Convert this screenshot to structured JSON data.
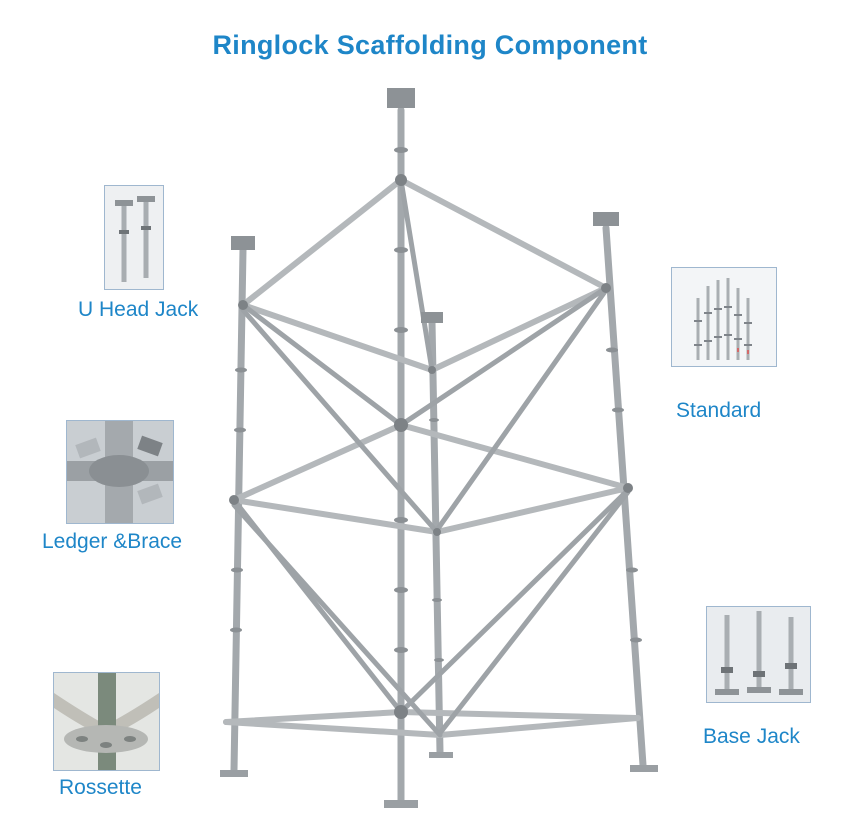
{
  "title": "Ringlock Scaffolding Component",
  "colors": {
    "title": "#1e86c8",
    "label": "#1e86c8",
    "steel": "#a9aeb2",
    "steel_dark": "#7f858a",
    "thumb_border": "#9fb7cf"
  },
  "components": [
    {
      "label": "U Head Jack",
      "icon": "u-head-jack-photo"
    },
    {
      "label": "Ledger &Brace",
      "icon": "ledger-brace-photo"
    },
    {
      "label": "Rossette",
      "icon": "rosette-photo"
    },
    {
      "label": "Standard",
      "icon": "standard-photo"
    },
    {
      "label": "Base Jack",
      "icon": "base-jack-photo"
    }
  ]
}
